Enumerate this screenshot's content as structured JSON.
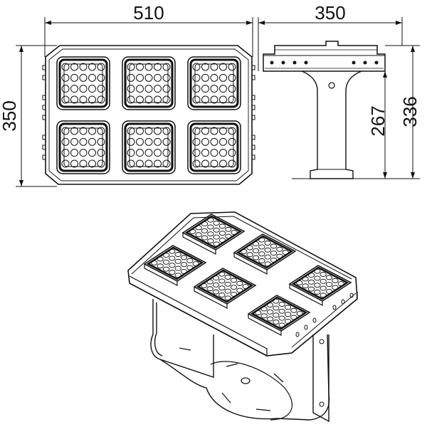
{
  "drawing": {
    "front_view": {
      "width_label": "510",
      "height_label": "350",
      "module_rows": 2,
      "module_cols": 3,
      "led_rows": 4,
      "led_cols": 5
    },
    "side_view": {
      "width_label": "350",
      "bracket_height_label": "267",
      "total_height_label": "336"
    },
    "iso_view": {
      "module_rows": 2,
      "module_cols": 3
    }
  },
  "colors": {
    "line": "#111111",
    "background": "#ffffff"
  }
}
